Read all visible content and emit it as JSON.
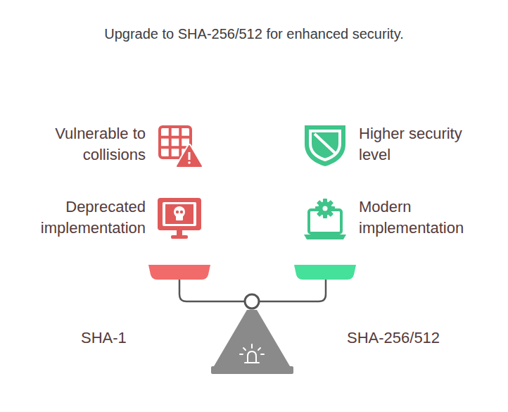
{
  "diagram": {
    "title": "Upgrade to SHA-256/512 for enhanced security.",
    "labels": [
      "Vulnerable to collisions",
      "Higher security level",
      "Deprecated implementation",
      "Modern implementation",
      "SHA-1",
      "SHA-256/512"
    ]
  }
}
